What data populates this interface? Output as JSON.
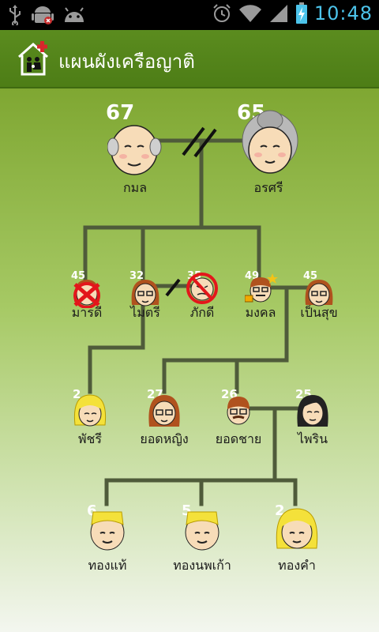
{
  "status_bar": {
    "time": "10:48",
    "icons": [
      "usb-icon",
      "android-debug-icon",
      "android-icon",
      "alarm-icon",
      "wifi-icon",
      "signal-icon",
      "battery-charging-icon"
    ]
  },
  "app": {
    "title": "แผนผังเครือญาติ",
    "icon": "family-house-icon"
  },
  "colors": {
    "action_bar": "#4d7d16",
    "tree_line": "#4f5b3a",
    "divorce_mark": "#111111",
    "forbidden_red": "#e3161b"
  },
  "people": [
    {
      "id": "kamon",
      "name": "กมล",
      "age": "67"
    },
    {
      "id": "orasri",
      "name": "อรศรี",
      "age": "65"
    },
    {
      "id": "maradee",
      "name": "มารดี",
      "age": "45"
    },
    {
      "id": "maitree",
      "name": "ไมตรี",
      "age": "32"
    },
    {
      "id": "pakdee",
      "name": "ภักดี",
      "age": "35"
    },
    {
      "id": "mongkol",
      "name": "มงคล",
      "age": "49"
    },
    {
      "id": "pensuk",
      "name": "เป็นสุข",
      "age": "45"
    },
    {
      "id": "pachree",
      "name": "พัชรี",
      "age": "2"
    },
    {
      "id": "yodying",
      "name": "ยอดหญิง",
      "age": "27"
    },
    {
      "id": "yodchai",
      "name": "ยอดชาย",
      "age": "26"
    },
    {
      "id": "pairin",
      "name": "ไพริน",
      "age": "25"
    },
    {
      "id": "thongtae",
      "name": "ทองแท้",
      "age": "6"
    },
    {
      "id": "thongnoppakao",
      "name": "ทองนพเก้า",
      "age": "5"
    },
    {
      "id": "thongkham",
      "name": "ทองคำ",
      "age": "2"
    }
  ]
}
